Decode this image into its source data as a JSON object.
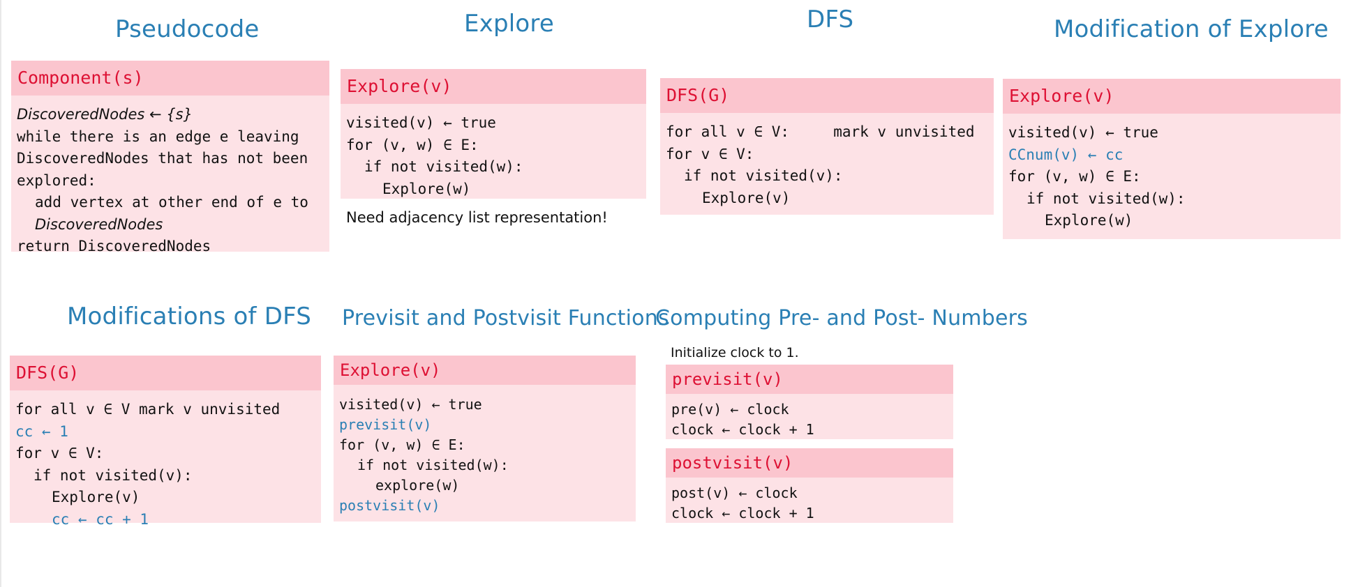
{
  "panels": {
    "pseudocode": {
      "title": "Pseudocode",
      "header": "Component(s)",
      "lines": [
        "DiscoveredNodes ← {s}",
        "while there is an edge e leaving",
        "DiscoveredNodes that has not been",
        "explored:",
        "add vertex at other end of e to",
        "DiscoveredNodes",
        "return DiscoveredNodes"
      ]
    },
    "explore": {
      "title": "Explore",
      "header": "Explore(v)",
      "lines": [
        "visited(v) ← true",
        "for (v, w) ∈ E:",
        "if not visited(w):",
        "Explore(w)"
      ],
      "note": "Need adjacency list representation!"
    },
    "dfs": {
      "title": "DFS",
      "header": "DFS(G)",
      "lines": [
        "for all v ∈ V:     mark v unvisited",
        "for v ∈ V:",
        "if not visited(v):",
        "Explore(v)"
      ]
    },
    "modification_of_explore": {
      "title": "Modification of Explore",
      "header": "Explore(v)",
      "lines": [
        "visited(v) ← true",
        "CCnum(v) ← cc",
        "for (v, w) ∈ E:",
        "if not visited(w):",
        "Explore(w)"
      ]
    },
    "modifications_of_dfs": {
      "title": "Modifications of DFS",
      "header": "DFS(G)",
      "lines": [
        "for all v ∈ V mark v unvisited",
        "cc ← 1",
        "for v ∈ V:",
        "if not visited(v):",
        "Explore(v)",
        "cc ← cc + 1"
      ]
    },
    "previsit_postvisit": {
      "title": "Previsit and Postvisit Functions",
      "header": "Explore(v)",
      "lines": [
        "visited(v) ← true",
        "previsit(v)",
        "for (v, w) ∈ E:",
        "if not visited(w):",
        "explore(w)",
        "postvisit(v)"
      ]
    },
    "pre_post_numbers": {
      "title": "Computing Pre- and Post- Numbers",
      "intro": "Initialize clock to 1.",
      "previsit": {
        "header": "previsit(v)",
        "lines": [
          "pre(v) ← clock",
          "clock ← clock + 1"
        ]
      },
      "postvisit": {
        "header": "postvisit(v)",
        "lines": [
          "post(v) ← clock",
          "clock ← clock + 1"
        ]
      }
    }
  },
  "colors": {
    "title_blue": "#2a7fb4",
    "header_red": "#dd1033",
    "header_bg": "#fbc5ce",
    "body_bg": "#fde2e6"
  }
}
